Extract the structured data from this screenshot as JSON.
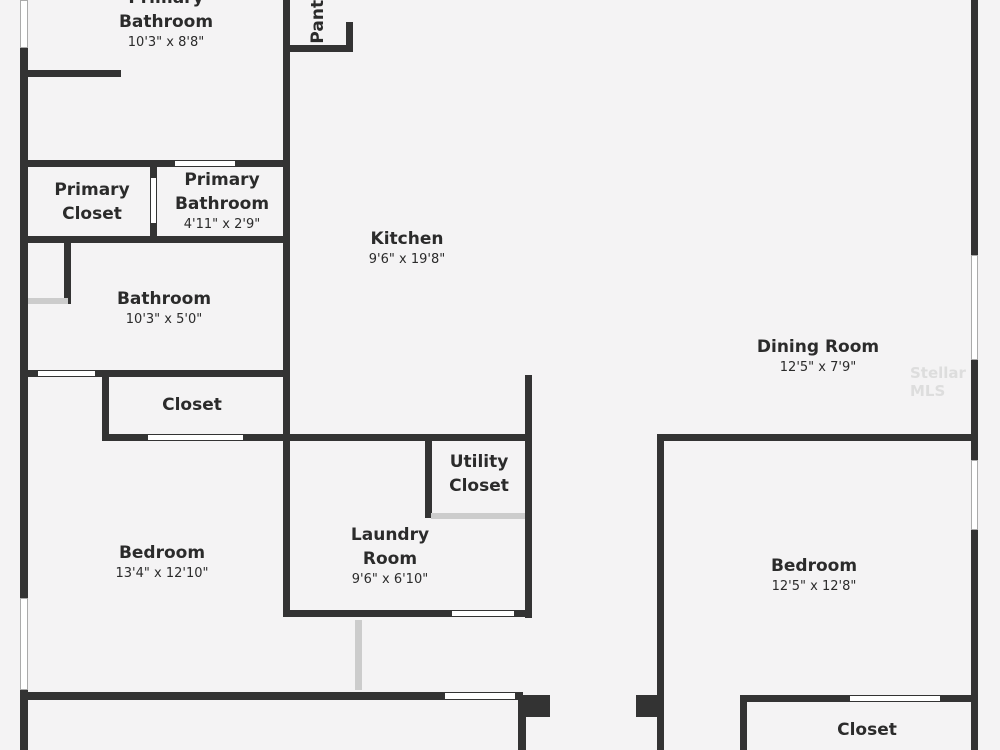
{
  "rooms": [
    {
      "name": "Primary Bathroom",
      "size": "10'3\" x 8'8\""
    },
    {
      "name": "Pantry"
    },
    {
      "name": "Primary Closet"
    },
    {
      "name": "Primary Bathroom",
      "size": "4'11\" x 2'9\""
    },
    {
      "name": "Kitchen",
      "size": "9'6\" x 19'8\""
    },
    {
      "name": "Bathroom",
      "size": "10'3\" x 5'0\""
    },
    {
      "name": "Dining Room",
      "size": "12'5\" x 7'9\""
    },
    {
      "name": "Closet"
    },
    {
      "name": "Utility Closet"
    },
    {
      "name": "Laundry Room",
      "size": "9'6\" x 6'10\""
    },
    {
      "name": "Bedroom",
      "size": "13'4\" x 12'10\""
    },
    {
      "name": "Bedroom",
      "size": "12'5\" x 12'8\""
    },
    {
      "name": "Closet"
    }
  ],
  "watermark": "Stellar MLS"
}
